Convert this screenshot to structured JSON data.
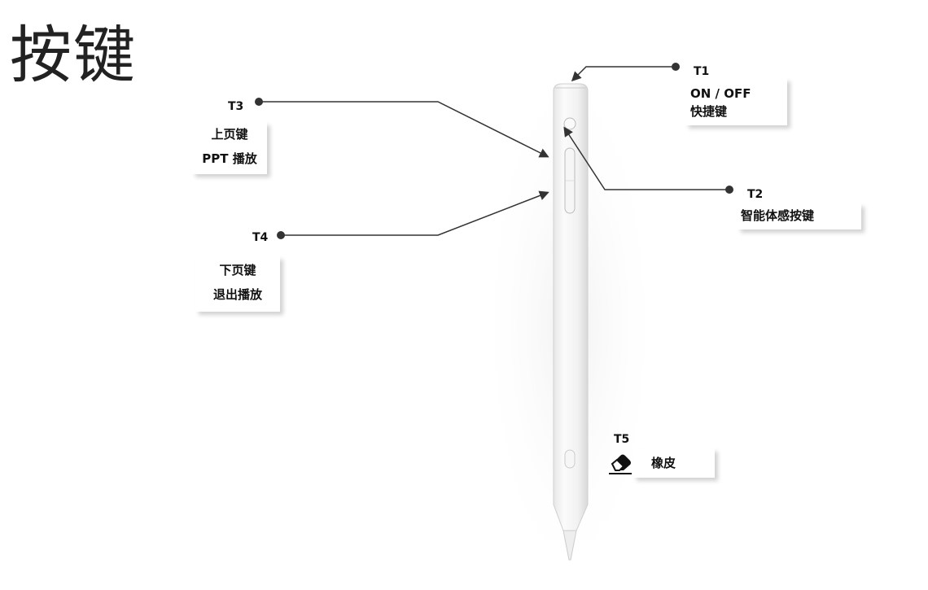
{
  "title": "按键",
  "callouts": {
    "t1": {
      "tag": "T1",
      "line1": "ON / OFF",
      "line2": "快捷键"
    },
    "t2": {
      "tag": "T2",
      "line1": "智能体感按键"
    },
    "t3": {
      "tag": "T3",
      "line1": "上页键",
      "line2": "PPT 播放"
    },
    "t4": {
      "tag": "T4",
      "line1": "下页键",
      "line2": "退出播放"
    },
    "t5": {
      "tag": "T5",
      "icon": "eraser-icon",
      "line1": "橡皮"
    }
  }
}
